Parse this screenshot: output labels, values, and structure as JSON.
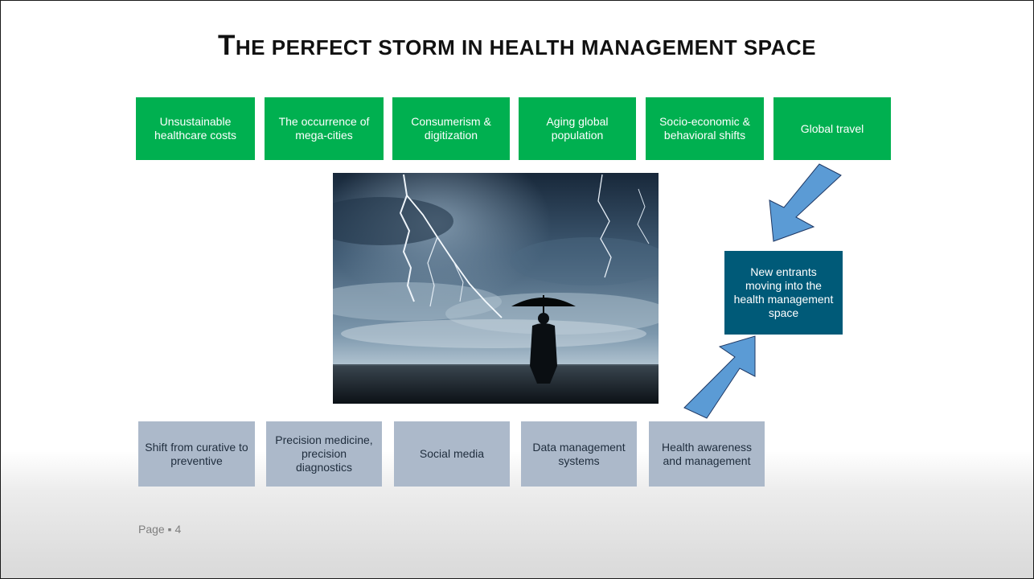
{
  "title": {
    "first_letter": "T",
    "rest": "HE PERFECT STORM IN HEALTH MANAGEMENT SPACE"
  },
  "top_factors": [
    "Unsustainable healthcare costs",
    "The occurrence of mega-cities",
    "Consumerism & digitization",
    "Aging global population",
    "Socio-economic & behavioral shifts",
    "Global travel"
  ],
  "bottom_factors": [
    "Shift from curative to preventive",
    "Precision medicine, precision diagnostics",
    "Social media",
    "Data management systems",
    "Health awareness and management"
  ],
  "center_box": "New entrants moving into the health management space",
  "footer": {
    "page_label": "Page ▪ 4"
  },
  "colors": {
    "top_box": "#00b050",
    "bottom_box": "#acb9ca",
    "center_box": "#005a78",
    "arrow_fill": "#5b9bd5",
    "arrow_stroke": "#1f3864"
  }
}
